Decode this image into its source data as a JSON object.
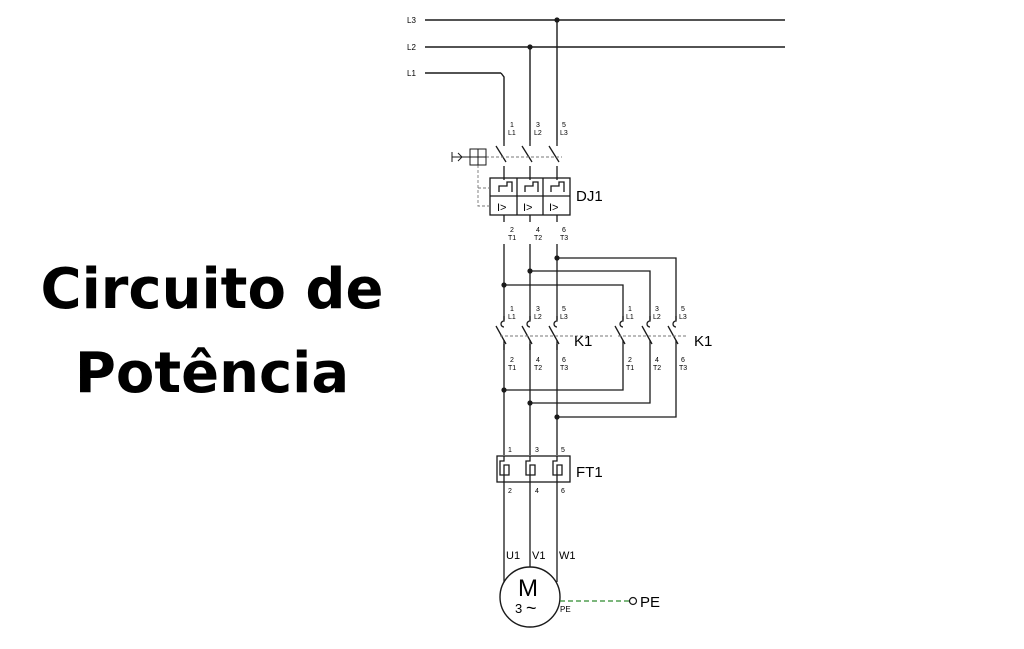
{
  "title": {
    "line1": "Circuito de",
    "line2": "Potência"
  },
  "colors": {
    "line": "#1a1a1a",
    "ground_wire": "#2e8b2e",
    "dashed": "#777777"
  },
  "diagram": {
    "supply": [
      "L3",
      "L2",
      "L1"
    ],
    "breaker": {
      "label": "DJ1",
      "top_terminals": [
        {
          "num": "1",
          "name": "L1"
        },
        {
          "num": "3",
          "name": "L2"
        },
        {
          "num": "5",
          "name": "L3"
        }
      ],
      "trip_symbol": "I>",
      "bottom_terminals": [
        {
          "num": "2",
          "name": "T1"
        },
        {
          "num": "4",
          "name": "T2"
        },
        {
          "num": "6",
          "name": "T3"
        }
      ]
    },
    "contactor_a": {
      "label": "K1",
      "top_terminals": [
        {
          "num": "1",
          "name": "L1"
        },
        {
          "num": "3",
          "name": "L2"
        },
        {
          "num": "5",
          "name": "L3"
        }
      ],
      "bottom_terminals": [
        {
          "num": "2",
          "name": "T1"
        },
        {
          "num": "4",
          "name": "T2"
        },
        {
          "num": "6",
          "name": "T3"
        }
      ]
    },
    "contactor_b": {
      "label": "K1",
      "top_terminals": [
        {
          "num": "1",
          "name": "L1"
        },
        {
          "num": "3",
          "name": "L2"
        },
        {
          "num": "5",
          "name": "L3"
        }
      ],
      "bottom_terminals": [
        {
          "num": "2",
          "name": "T1"
        },
        {
          "num": "4",
          "name": "T2"
        },
        {
          "num": "6",
          "name": "T3"
        }
      ]
    },
    "relay": {
      "label": "FT1",
      "top_terminals": [
        "1",
        "3",
        "5"
      ],
      "bottom_terminals": [
        "2",
        "4",
        "6"
      ]
    },
    "motor": {
      "terminals": [
        "U1",
        "V1",
        "W1"
      ],
      "letter": "M",
      "phases": "3",
      "tilde": "~",
      "pe_terminal": "PE",
      "pe_label": "PE"
    }
  }
}
